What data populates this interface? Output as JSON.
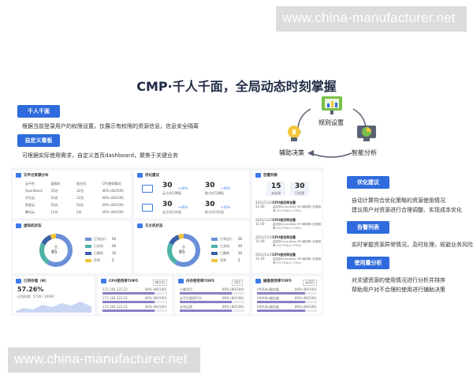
{
  "watermark": {
    "top": "www.china-manufacturer.net",
    "bottom": "www.china-manufacturer.net"
  },
  "headline": "CMP·千人千面，全局动态时刻掌握",
  "left_features": [
    {
      "tag": "千人千面",
      "desc": "根据当前登录用户的权限设置，仅展示有权限的资源信息，信息安全隔离"
    },
    {
      "tag": "自定义看板",
      "desc": "可根据实际使用需求，自定义首页dashboard，聚焦于关键业务"
    }
  ],
  "cycle": {
    "top": "规则设置",
    "left": "辅助决策",
    "right": "智能分析",
    "colors": {
      "green": "#7bbf4a",
      "yellow": "#f4c63d",
      "gray": "#5a6273"
    }
  },
  "right_features": [
    {
      "tag": "优化建议",
      "lines": [
        "自动计算符合优化策略的资源使用情况",
        "建议用户对资源进行合理调整、实现成本优化"
      ]
    },
    {
      "tag": "告警列表",
      "lines": [
        "实时掌握资源异常情况，及时处理，规避业务风险"
      ]
    },
    {
      "tag": "使用量分析",
      "lines": [
        "对关键资源的使用情况进行分析并排序",
        "帮助用户对不合理的使用进行辅助决策"
      ]
    }
  ],
  "dashboard": {
    "platforms": {
      "title": "云平台资源分布",
      "headers": [
        "云平台",
        "虚拟机",
        "宿主机",
        "CPU使用情况"
      ],
      "rows": [
        [
          "OpenStack",
          "25台",
          "32台",
          "40% (40/100)"
        ],
        [
          "华为云",
          "52台",
          "12台",
          "40% (40/100)"
        ],
        [
          "阿里云",
          "54台",
          "54台",
          "40% (40/100)"
        ],
        [
          "腾讯云",
          "11台",
          "5台",
          "40% (40/100)"
        ]
      ]
    },
    "optimize": {
      "title": "优化建议",
      "items": [
        {
          "num": "30",
          "label": "云主机可降配",
          "pct": "+40%"
        },
        {
          "num": "30",
          "label": "推主机可降配",
          "pct": "+40%"
        },
        {
          "num": "30",
          "label": "云主机可升配",
          "pct": "+40%"
        },
        {
          "num": "30",
          "label": "推主机可升配",
          "pct": "+40%"
        }
      ]
    },
    "alerts": {
      "title": "告警列表",
      "counts": [
        {
          "num": "15",
          "label": "未处理"
        },
        {
          "num": "30",
          "label": "已处理"
        }
      ],
      "items": [
        {
          "time": "2021/12/20 11:00",
          "title": "CPU使用率告警",
          "text": "监控到Linux-Base CPU使用率 (总使用率) 91.73%(>=75%)"
        },
        {
          "time": "2021/12/20 11:00",
          "title": "CPU使用率告警",
          "text": "监控到Linux-Base CPU使用率 (总使用率) 91.73%(>=75%)"
        },
        {
          "time": "2021/12/20 11:00",
          "title": "CPU使用率告警",
          "text": "监控到Linux-Base CPU使用率 (总使用率) 91.73%(>=75%)"
        },
        {
          "time": "2021/12/20 11:00",
          "title": "CPU使用率告警",
          "text": "监控到Linux-Base CPU使用率 (总使用率) 91.73%(>=75%)"
        }
      ]
    },
    "vm_status": {
      "title": "虚拟机状态",
      "total_label": "总",
      "total": "85",
      "legend": [
        {
          "label": "正常运行",
          "value": "50",
          "color": "#6b8fd8"
        },
        {
          "label": "已关机",
          "value": "20",
          "color": "#4fb3a6"
        },
        {
          "label": "已删除",
          "value": "10",
          "color": "#3d5fa8"
        },
        {
          "label": "异常",
          "value": "5",
          "color": "#f2c33e"
        }
      ]
    },
    "host_status": {
      "title": "云主机状态",
      "total_label": "总",
      "total": "85",
      "legend": [
        {
          "label": "正常运行",
          "value": "50",
          "color": "#6b8fd8"
        },
        {
          "label": "已关机",
          "value": "20",
          "color": "#4fb3a6"
        },
        {
          "label": "已删除",
          "value": "10",
          "color": "#3d5fa8"
        },
        {
          "label": "异常",
          "value": "5",
          "color": "#f2c33e"
        }
      ]
    },
    "usage": {
      "title": "已用存储（M）",
      "pct": "57.26%",
      "sub": "已用存储：5726 / 10000"
    },
    "top_cpu": {
      "title": "CPU使用率TOP5",
      "select": "物主机",
      "rows": [
        {
          "name": "172.164.123.22",
          "val": "80% (80/100)"
        },
        {
          "name": "172.164.123.22",
          "val": "80% (80/100)"
        },
        {
          "name": "172.164.123.22",
          "val": "80% (80/100)"
        }
      ]
    },
    "top_mem": {
      "title": "内存使用率TOP5",
      "select": "项目",
      "rows": [
        {
          "name": "小美项目",
          "val": "80% (80/100)"
        },
        {
          "name": "云平台管理平台",
          "val": "80% (80/100)"
        },
        {
          "name": "业务运营",
          "val": "80% (80/100)"
        }
      ]
    },
    "top_disk": {
      "title": "磁盘使用率TOP5",
      "select": "云项目",
      "rows": [
        {
          "name": "VXI/Ubu服务器",
          "val": "80% (80/100)"
        },
        {
          "name": "VXI/Ubu服务器",
          "val": "80% (80/100)"
        },
        {
          "name": "VXI/Ubu服务器",
          "val": "80% (80/100)"
        }
      ]
    }
  }
}
